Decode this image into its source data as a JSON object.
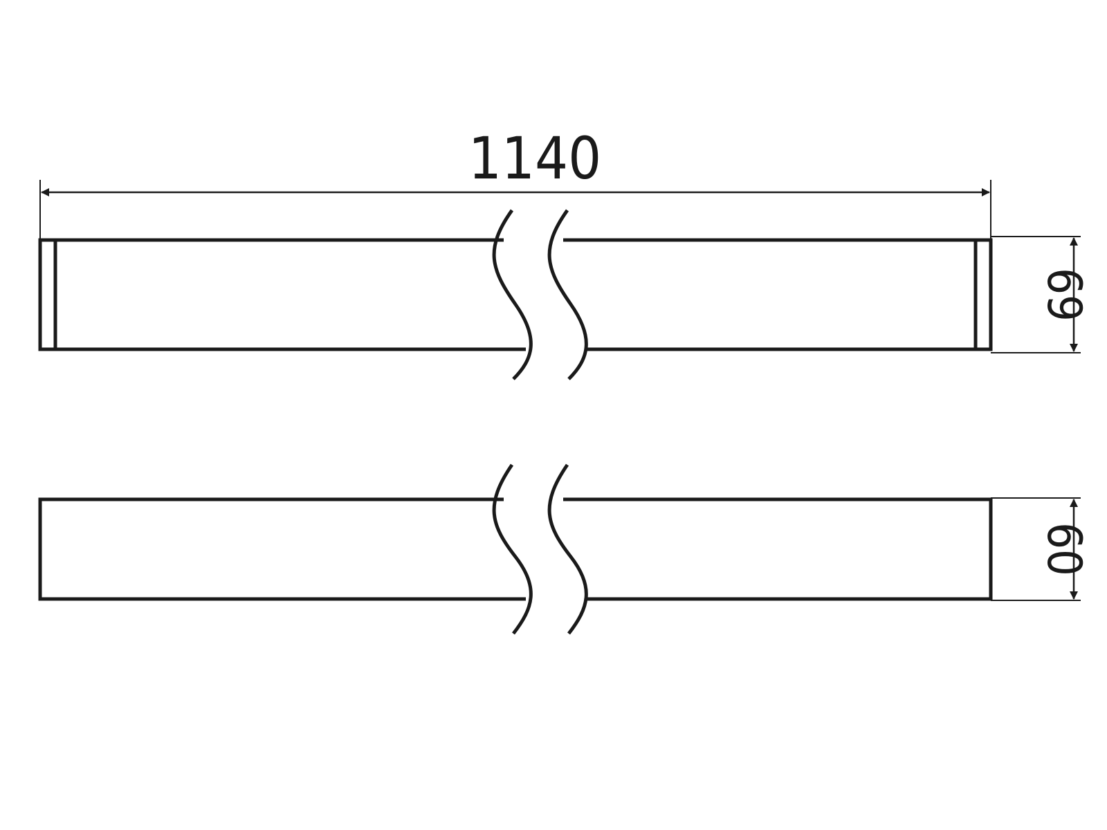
{
  "diagram": {
    "dimensions": {
      "length": "1140",
      "side_height": "69",
      "front_height": "60"
    },
    "colors": {
      "line": "#1a1a1a",
      "background": "#ffffff"
    }
  }
}
